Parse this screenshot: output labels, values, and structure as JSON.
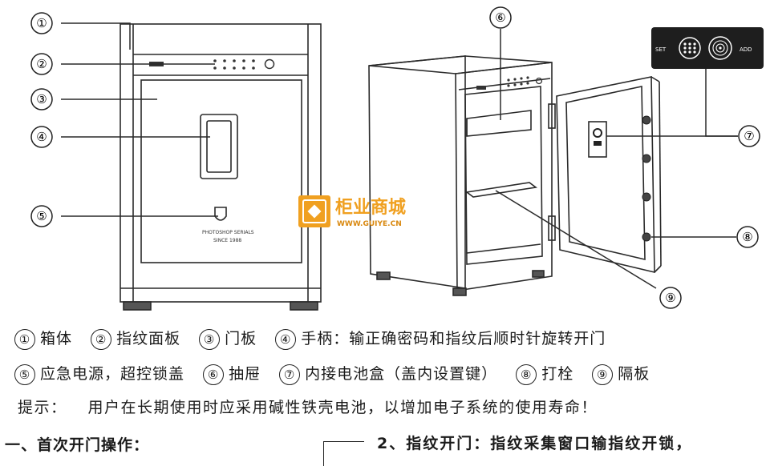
{
  "callouts": {
    "c1": "①",
    "c2": "②",
    "c3": "③",
    "c4": "④",
    "c5": "⑤",
    "c6": "⑥",
    "c7": "⑦",
    "c8": "⑧",
    "c9": "⑨"
  },
  "keypad_panel": {
    "set_label": "SET",
    "add_label": "ADD"
  },
  "watermark": {
    "brand": "柜业商城",
    "url": "WWW.GUIYE.CN"
  },
  "safe_badge": {
    "line1": "PHOTOSHOP SERIALS",
    "line2": "SINCE 1988"
  },
  "legend": {
    "row1": [
      {
        "num": "①",
        "text": "箱体"
      },
      {
        "num": "②",
        "text": "指纹面板"
      },
      {
        "num": "③",
        "text": "门板"
      },
      {
        "num": "④",
        "text": "手柄：输正确密码和指纹后顺时针旋转开门"
      }
    ],
    "row2": [
      {
        "num": "⑤",
        "text": "应急电源，超控锁盖"
      },
      {
        "num": "⑥",
        "text": "抽屉"
      },
      {
        "num": "⑦",
        "text": "内接电池盒（盖内设置键）"
      },
      {
        "num": "⑧",
        "text": "打栓"
      },
      {
        "num": "⑨",
        "text": "隔板"
      }
    ]
  },
  "tip": {
    "label": "提示：",
    "text": "用户在长期使用时应采用碱性铁壳电池，以增加电子系统的使用寿命！"
  },
  "bottom": {
    "left": "一、首次开门操作：",
    "right": "2、指纹开门：指纹采集窗口输指纹开锁，"
  },
  "colors": {
    "line": "#2a2a2a",
    "panel": "#1e1e1e",
    "watermark": "#f0a020",
    "watermark_dark": "#d9880f"
  }
}
